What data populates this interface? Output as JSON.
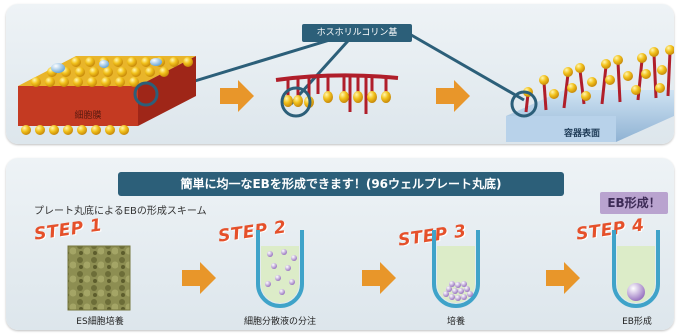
{
  "top": {
    "header": "ホスホリルコリン基",
    "membrane_label": "細胞膜",
    "surface_label": "容器表面"
  },
  "bottom": {
    "headline": "簡単に均一なEBを形成できます！(96ウェルプレート丸底)",
    "subtitle": "プレート丸底によるEBの形成スキーム",
    "badge": "EB形成！",
    "steps": [
      {
        "tag": "STEP 1",
        "label": "ES細胞培養"
      },
      {
        "tag": "STEP 2",
        "label": "細胞分散液の分注"
      },
      {
        "tag": "STEP 3",
        "label": "培養"
      },
      {
        "tag": "STEP 4",
        "label": "EB形成"
      }
    ]
  },
  "colors": {
    "accent": "#2c5f79",
    "arrow": "#e8962a",
    "step": "#e5502a",
    "well": "#3fa3c9",
    "medium": "#dcecc8"
  }
}
